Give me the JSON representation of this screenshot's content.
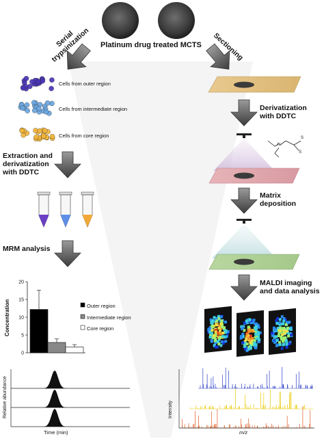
{
  "title": "Platinum drug treated MCTS",
  "left_branch": {
    "label": "Serial trypsinization",
    "cells": [
      {
        "text": "Cells from outer region",
        "color": "#4a36b8"
      },
      {
        "text": "Cells from intermediate region",
        "color": "#6aa6e0"
      },
      {
        "text": "Cells from core region",
        "color": "#f2b53a"
      }
    ],
    "step_extraction": "Extraction and derivatization with DDTC",
    "step_mrm": "MRM analysis",
    "tube_colors": [
      "#6a3fc4",
      "#5f8ee8",
      "#f0a838"
    ]
  },
  "right_branch": {
    "label": "Sectioning",
    "step_derivatization": "Derivatization with DDTC",
    "step_matrix": "Matrix deposition",
    "step_maldi": "MALDI imaging and data analysis",
    "chemical": {
      "n": "N",
      "s_top": "S",
      "s_bottom": "S"
    },
    "spectrum_ylabel": "Intensity",
    "spectrum_xlabel": "m/z",
    "spectrum_colors": [
      "#2a3fc8",
      "#e8c800",
      "#e05a20"
    ]
  },
  "chromatogram": {
    "ylabel": "Relative abundance",
    "xlabel": "Time (min)"
  },
  "chart_data": {
    "type": "bar",
    "categories": [
      "Outer region",
      "Intermediate region",
      "Core region"
    ],
    "values": [
      12.2,
      2.9,
      1.6
    ],
    "errors": [
      5.4,
      1.0,
      0.7
    ],
    "bar_colors": [
      "#000000",
      "#888888",
      "#ffffff"
    ],
    "ylabel": "Concentration",
    "ylim": [
      0,
      20
    ],
    "yticks": [
      "0",
      "5",
      "10",
      "15",
      "20"
    ],
    "legend": [
      "Outer region",
      "Intermediate region",
      "Core region"
    ],
    "legend_position": "right"
  }
}
